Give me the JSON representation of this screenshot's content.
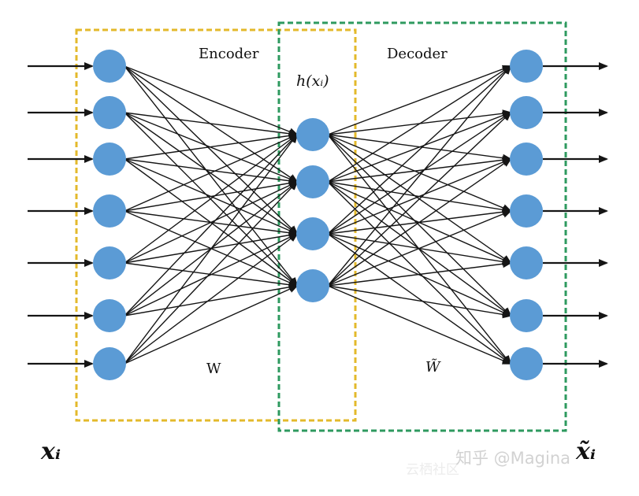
{
  "diagram": {
    "encoder_title": "Encoder",
    "decoder_title": "Decoder",
    "hidden_label": "h(xᵢ)",
    "encoder_weight": "W",
    "decoder_weight": "W̃",
    "input_label": "xᵢ",
    "output_label": "x̃ᵢ",
    "input_node_count": 7,
    "hidden_node_count": 4,
    "output_node_count": 7
  },
  "watermark": {
    "text": "知乎 @Magina",
    "faint_text": "云栖社区"
  },
  "colors": {
    "node_fill": "#5b9bd5",
    "encoder_box": "#e3b92b",
    "decoder_box": "#2e9a5f",
    "edge": "#151515"
  }
}
